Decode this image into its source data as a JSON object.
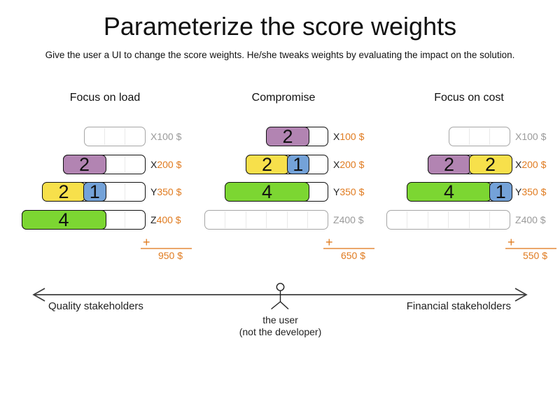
{
  "slide": {
    "title": "Parameterize the score weights",
    "subtitle": "Give the user a UI to change the score weights. He/she tweaks weights by evaluating the impact on the solution."
  },
  "colors": {
    "purple": "#b284b2",
    "yellow": "#f7e04b",
    "blue": "#74a2d8",
    "green": "#7cd632",
    "orange": "#e07b20",
    "sum_line": "#eba76a",
    "muted": "#9a9a9a",
    "empty_border": "#a6a6a6",
    "divider": "#e9e9e9",
    "axis": "#3d3d3d"
  },
  "plus_sign": "+",
  "panels": [
    {
      "id": "focus-on-load",
      "title": "Focus on load",
      "total": "950 $",
      "rows": [
        {
          "letter": "X",
          "cost": "100 $",
          "cells": 3,
          "empty": true,
          "blocks": []
        },
        {
          "letter": "X",
          "cost": "200 $",
          "cells": 4,
          "empty": false,
          "blocks": [
            {
              "value": 2,
              "color": "purple"
            }
          ]
        },
        {
          "letter": "Y",
          "cost": "350 $",
          "cells": 5,
          "empty": false,
          "blocks": [
            {
              "value": 2,
              "color": "yellow"
            },
            {
              "value": 1,
              "color": "blue"
            }
          ]
        },
        {
          "letter": "Z",
          "cost": "400 $",
          "cells": 6,
          "empty": false,
          "blocks": [
            {
              "value": 4,
              "color": "green"
            }
          ]
        }
      ]
    },
    {
      "id": "compromise",
      "title": "Compromise",
      "total": "650 $",
      "rows": [
        {
          "letter": "X",
          "cost": "100 $",
          "cells": 3,
          "empty": false,
          "blocks": [
            {
              "value": 2,
              "color": "purple"
            }
          ]
        },
        {
          "letter": "X",
          "cost": "200 $",
          "cells": 4,
          "empty": false,
          "blocks": [
            {
              "value": 2,
              "color": "yellow"
            },
            {
              "value": 1,
              "color": "blue"
            }
          ]
        },
        {
          "letter": "Y",
          "cost": "350 $",
          "cells": 5,
          "empty": false,
          "blocks": [
            {
              "value": 4,
              "color": "green"
            }
          ]
        },
        {
          "letter": "Z",
          "cost": "400 $",
          "cells": 6,
          "empty": true,
          "blocks": []
        }
      ]
    },
    {
      "id": "focus-on-cost",
      "title": "Focus on cost",
      "total": "550 $",
      "rows": [
        {
          "letter": "X",
          "cost": "100 $",
          "cells": 3,
          "empty": true,
          "blocks": []
        },
        {
          "letter": "X",
          "cost": "200 $",
          "cells": 4,
          "empty": false,
          "blocks": [
            {
              "value": 2,
              "color": "purple"
            },
            {
              "value": 2,
              "color": "yellow"
            }
          ]
        },
        {
          "letter": "Y",
          "cost": "350 $",
          "cells": 5,
          "empty": false,
          "blocks": [
            {
              "value": 4,
              "color": "green"
            },
            {
              "value": 1,
              "color": "blue"
            }
          ]
        },
        {
          "letter": "Z",
          "cost": "400 $",
          "cells": 6,
          "empty": true,
          "blocks": []
        }
      ]
    }
  ],
  "axis": {
    "left_label": "Quality stakeholders",
    "right_label": "Financial stakeholders",
    "user_line1": "the user",
    "user_line2": "(not the developer)"
  }
}
